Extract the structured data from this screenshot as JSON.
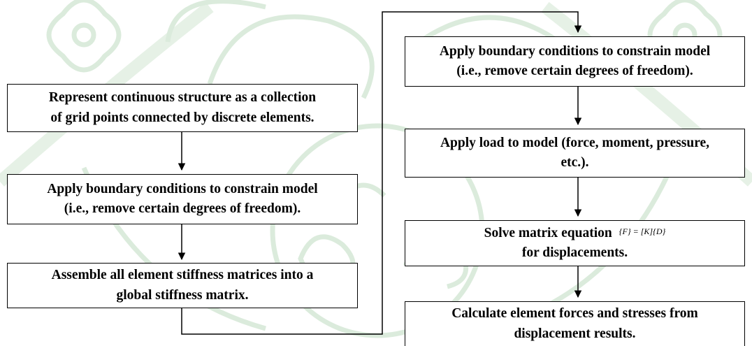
{
  "left_steps": [
    {
      "line1": "Represent continuous structure as a collection",
      "line2": "of grid points connected by discrete elements."
    },
    {
      "line1": "Apply boundary conditions to constrain model",
      "line2": "(i.e., remove certain degrees of freedom)."
    },
    {
      "line1": "Assemble all element stiffness matrices into a",
      "line2": "global stiffness matrix."
    }
  ],
  "right_steps": [
    {
      "line1": "Apply boundary conditions to constrain model",
      "line2": "(i.e., remove certain degrees of freedom)."
    },
    {
      "line1": "Apply load to model (force, moment, pressure,",
      "line2": "etc.)."
    },
    {
      "line1": "Solve matrix equation",
      "equation": "{F} = [K]{D}",
      "line2": "for displacements."
    },
    {
      "line1": "Calculate element forces and stresses from",
      "line2": "displacement results."
    }
  ],
  "colors": {
    "box_border": "#000000",
    "arrow": "#000000",
    "watermark": "#d8ead9"
  }
}
